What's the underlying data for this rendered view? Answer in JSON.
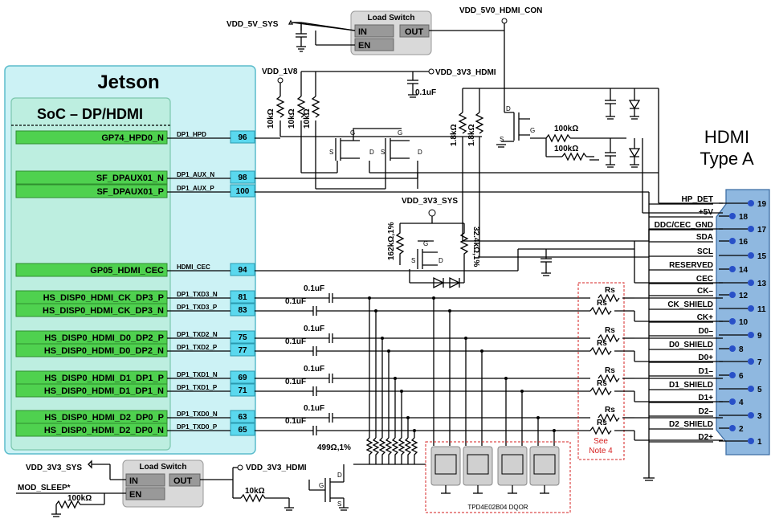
{
  "jetson": {
    "title": "Jetson",
    "soc_title": "SoC – DP/HDMI"
  },
  "hdmi": {
    "title_line1": "HDMI",
    "title_line2": "Type A"
  },
  "soc_signals": [
    {
      "name": "GP74_HPD0_N"
    },
    {
      "name": "SF_DPAUX01_N"
    },
    {
      "name": "SF_DPAUX01_P"
    },
    {
      "name": "GP05_HDMI_CEC"
    },
    {
      "name": "HS_DISP0_HDMI_CK_DP3_P"
    },
    {
      "name": "HS_DISP0_HDMI_CK_DP3_N"
    },
    {
      "name": "HS_DISP0_HDMI_D0_DP2_P"
    },
    {
      "name": "HS_DISP0_HDMI_D0_DP2_N"
    },
    {
      "name": "HS_DISP0_HDMI_D1_DP1_P"
    },
    {
      "name": "HS_DISP0_HDMI_D1_DP1_N"
    },
    {
      "name": "HS_DISP0_HDMI_D2_DP0_P"
    },
    {
      "name": "HS_DISP0_HDMI_D2_DP0_N"
    }
  ],
  "net_labels": [
    "DP1_HPD",
    "DP1_AUX_N",
    "DP1_AUX_P",
    "HDMI_CEC",
    "DP1_TXD3_N",
    "DP1_TXD3_P",
    "DP1_TXD2_N",
    "DP1_TXD2_P",
    "DP1_TXD1_N",
    "DP1_TXD1_P",
    "DP1_TXD0_N",
    "DP1_TXD0_P"
  ],
  "pins": [
    "96",
    "98",
    "100",
    "94",
    "81",
    "83",
    "75",
    "77",
    "69",
    "71",
    "63",
    "65"
  ],
  "hdmi_pins": [
    {
      "num": "19",
      "label": "HP_DET"
    },
    {
      "num": "18",
      "label": "+5V"
    },
    {
      "num": "17",
      "label": "DDC/CEC_GND"
    },
    {
      "num": "16",
      "label": "SDA"
    },
    {
      "num": "15",
      "label": "SCL"
    },
    {
      "num": "14",
      "label": "RESERVED"
    },
    {
      "num": "13",
      "label": "CEC"
    },
    {
      "num": "12",
      "label": "CK–"
    },
    {
      "num": "11",
      "label": "CK_SHIELD"
    },
    {
      "num": "10",
      "label": "CK+"
    },
    {
      "num": "9",
      "label": "D0–"
    },
    {
      "num": "8",
      "label": "D0_SHIELD"
    },
    {
      "num": "7",
      "label": "D0+"
    },
    {
      "num": "6",
      "label": "D1–"
    },
    {
      "num": "5",
      "label": "D1_SHIELD"
    },
    {
      "num": "4",
      "label": "D1+"
    },
    {
      "num": "3",
      "label": "D2–"
    },
    {
      "num": "2",
      "label": "D2_SHIELD"
    },
    {
      "num": "1",
      "label": "D2+"
    }
  ],
  "rails": {
    "vdd_5v_sys": "VDD_5V_SYS",
    "vdd_5v0_hdmi_con": "VDD_5V0_HDMI_CON",
    "vdd_1v8": "VDD_1V8",
    "vdd_3v3_hdmi_top": "VDD_3V3_HDMI",
    "vdd_3v3_sys_mid": "VDD_3V3_SYS",
    "vdd_3v3_sys_bottom": "VDD_3V3_SYS",
    "vdd_3v3_hdmi_bottom": "VDD_3V3_HDMI",
    "mod_sleep": "MOD_SLEEP*"
  },
  "load_switch_top": {
    "title": "Load Switch",
    "in": "IN",
    "en": "EN",
    "out": "OUT"
  },
  "load_switch_bottom": {
    "title": "Load Switch",
    "in": "IN",
    "en": "EN",
    "out": "OUT"
  },
  "components": {
    "cap_01uf": "0.1uF",
    "r_10k": "10kΩ",
    "r_1k8": "1.8kΩ",
    "r_100k": "100kΩ",
    "r_162k": "162kΩ,1%",
    "r_324k": "32.4kΩ,1%",
    "r_499": "499Ω,1%",
    "rs": "Rs",
    "esd_part": "TPD4E02B04 DQOR",
    "see_note_1": "See",
    "see_note_2": "Note 4",
    "fet_g": "G",
    "fet_d": "D",
    "fet_s": "S"
  }
}
